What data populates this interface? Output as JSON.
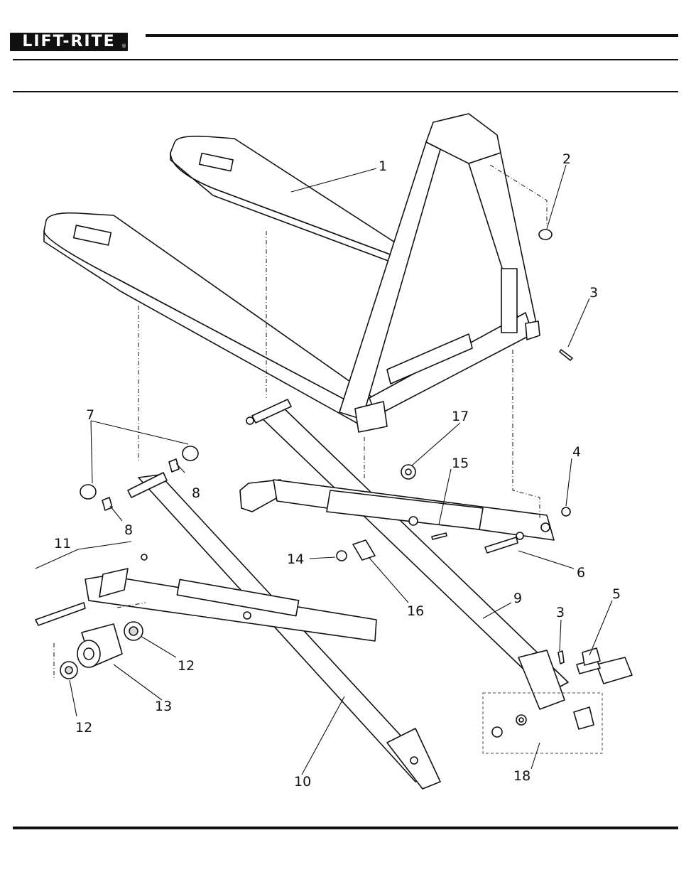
{
  "header": {
    "logo_text": "LIFT-RITE",
    "logo_mark": "®"
  },
  "callouts": [
    {
      "id": "c1",
      "label": "1"
    },
    {
      "id": "c2",
      "label": "2"
    },
    {
      "id": "c3a",
      "label": "3"
    },
    {
      "id": "c3b",
      "label": "3"
    },
    {
      "id": "c4",
      "label": "4"
    },
    {
      "id": "c5",
      "label": "5"
    },
    {
      "id": "c6",
      "label": "6"
    },
    {
      "id": "c7",
      "label": "7"
    },
    {
      "id": "c8a",
      "label": "8"
    },
    {
      "id": "c8b",
      "label": "8"
    },
    {
      "id": "c9",
      "label": "9"
    },
    {
      "id": "c10",
      "label": "10"
    },
    {
      "id": "c11",
      "label": "11"
    },
    {
      "id": "c12a",
      "label": "12"
    },
    {
      "id": "c12b",
      "label": "12"
    },
    {
      "id": "c13",
      "label": "13"
    },
    {
      "id": "c14",
      "label": "14"
    },
    {
      "id": "c15",
      "label": "15"
    },
    {
      "id": "c16",
      "label": "16"
    },
    {
      "id": "c17",
      "label": "17"
    },
    {
      "id": "c18",
      "label": "18"
    }
  ]
}
